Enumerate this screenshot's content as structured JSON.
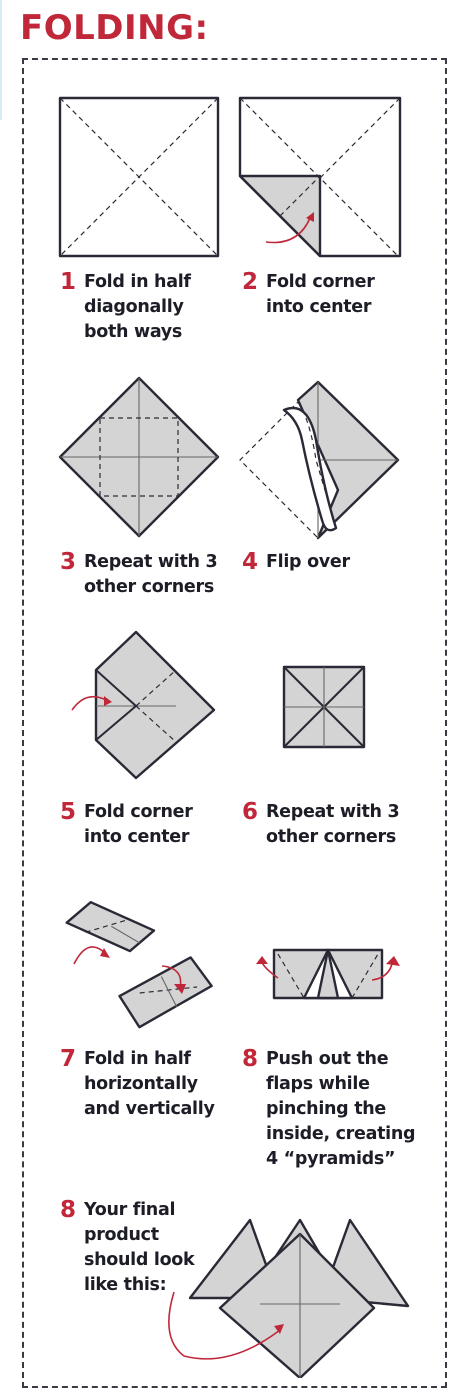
{
  "page": {
    "title": "FOLDING:"
  },
  "colors": {
    "accent": "#c0283a",
    "paper": "#d4d4d4",
    "ink": "#2a2a36"
  },
  "steps": [
    {
      "num": "1",
      "text": "Fold in half\ndiagonally\nboth ways"
    },
    {
      "num": "2",
      "text": "Fold corner\ninto center"
    },
    {
      "num": "3",
      "text": "Repeat with 3\nother corners"
    },
    {
      "num": "4",
      "text": "Flip over"
    },
    {
      "num": "5",
      "text": "Fold corner\ninto center"
    },
    {
      "num": "6",
      "text": "Repeat with 3\nother corners"
    },
    {
      "num": "7",
      "text": "Fold in half\nhorizontally\nand vertically"
    },
    {
      "num": "8",
      "text": "Push out the\nflaps while\npinching the\ninside, creating\n4 “pyramids”"
    },
    {
      "num": "8",
      "text": "Your final\nproduct\nshould look\nlike this:"
    }
  ]
}
